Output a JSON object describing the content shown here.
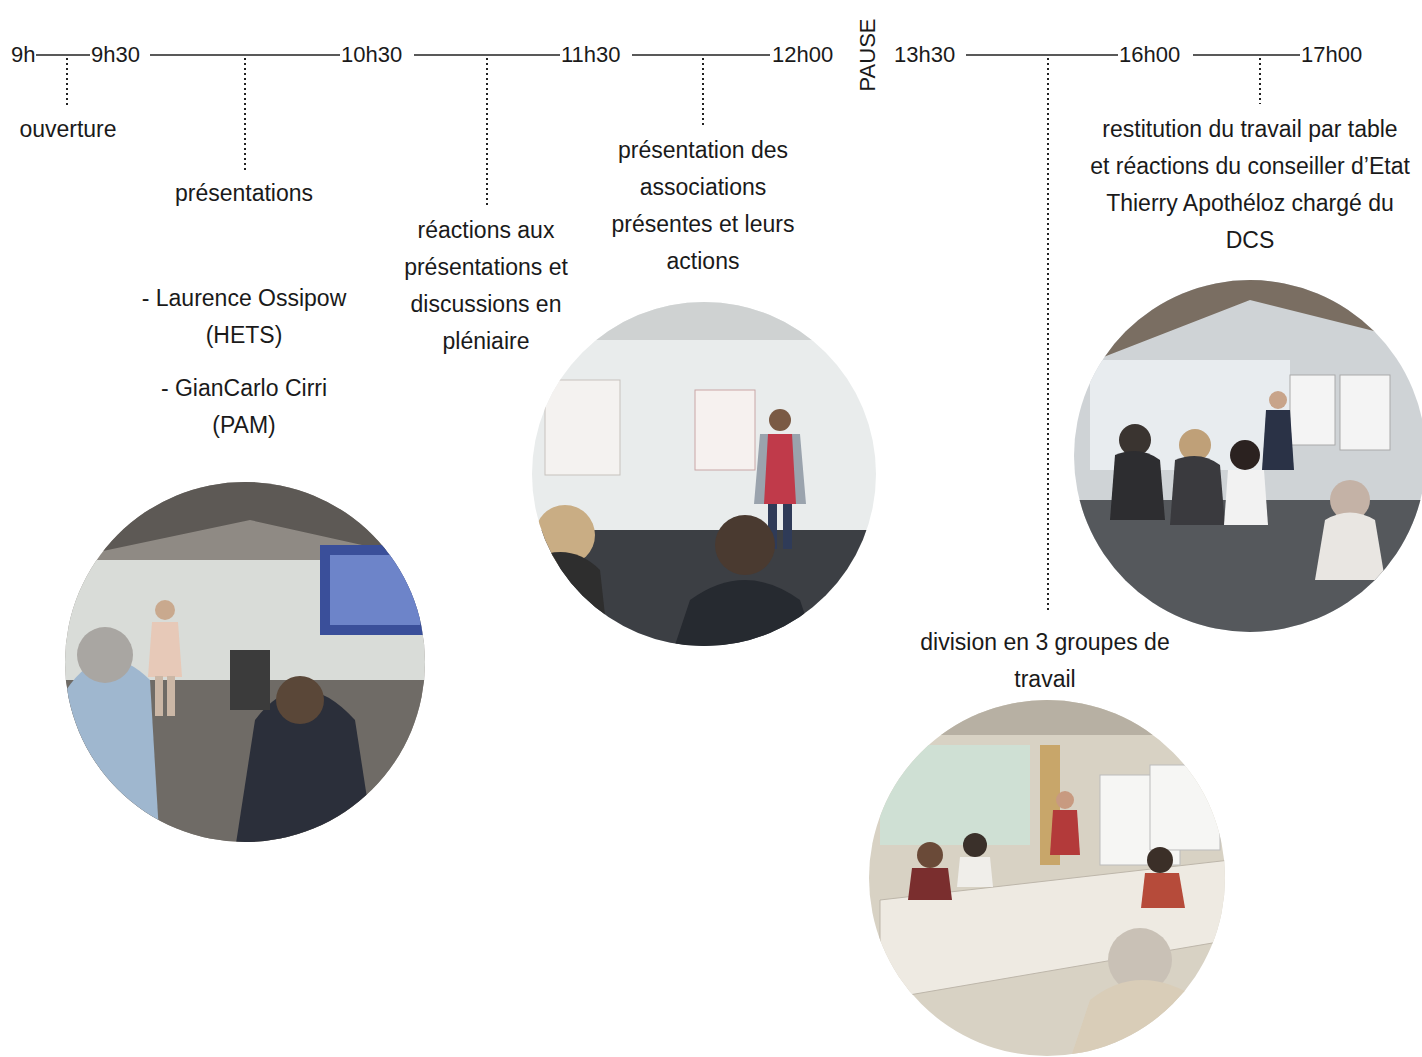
{
  "diagram": {
    "labels": [
      "9h",
      "9h30",
      "10h30",
      "11h30",
      "12h00",
      "PAUSE",
      "13h30",
      "16h00",
      "17h00",
      "ouverture",
      "présentations",
      "- Laurence Ossipow (HETS)",
      "- GianCarlo Cirri (PAM)",
      "réactions aux présentations et discussions en pléniaire",
      "présentation des associations présentes et leurs actions",
      "restitution du travail par table et réactions du conseiller d’Etat Thierry Apothéloz chargé du DCS",
      "division en 3 groupes de travail"
    ]
  }
}
